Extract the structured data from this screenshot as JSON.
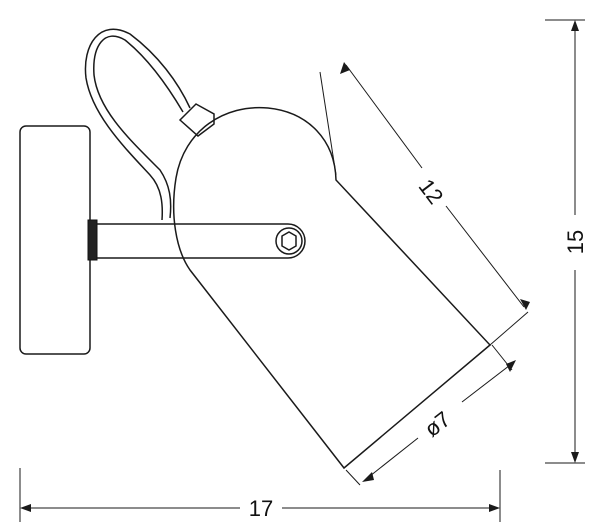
{
  "dimensions": {
    "width_label": "17",
    "height_label": "15",
    "shade_length_label": "12",
    "shade_diameter_label": "ø7"
  },
  "colors": {
    "line": "#1a1a1a",
    "background": "#ffffff"
  }
}
